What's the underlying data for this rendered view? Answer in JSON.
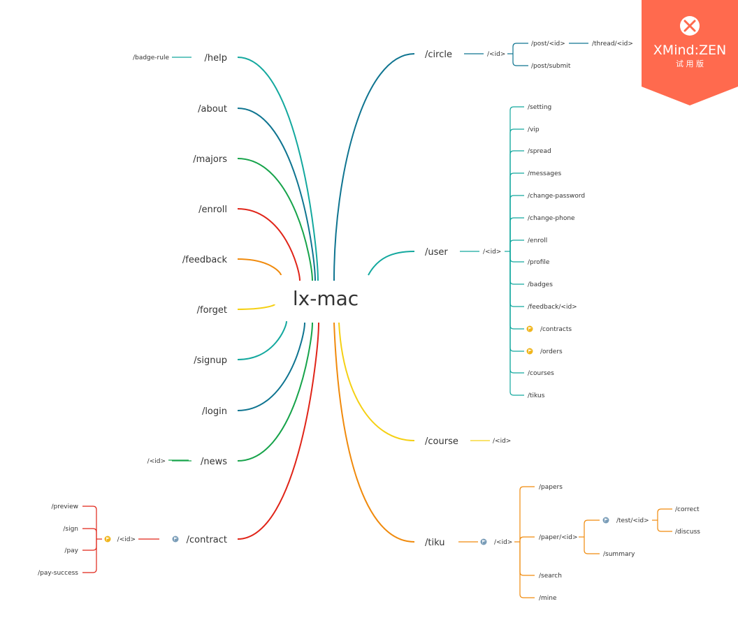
{
  "root": {
    "label": "lx-mac"
  },
  "colors": {
    "teal": "#13a89e",
    "blue": "#0e7490",
    "green": "#16a34a",
    "red": "#e02418",
    "orange": "#f08a0c",
    "yellow": "#f5d014",
    "watermark": "#ff6a4e",
    "flag_yellow": "#f0b51c",
    "flag_blue": "#7a9db8"
  },
  "icons": {
    "flag": "flag-icon",
    "watermark_logo": "xmind-logo-icon"
  },
  "left_branches": [
    {
      "label": "/help",
      "color": "teal",
      "children": [
        "/badge-rule"
      ]
    },
    {
      "label": "/about",
      "color": "blue",
      "children": []
    },
    {
      "label": "/majors",
      "color": "green",
      "children": []
    },
    {
      "label": "/enroll",
      "color": "red",
      "children": []
    },
    {
      "label": "/feedback",
      "color": "orange",
      "children": []
    },
    {
      "label": "/forget",
      "color": "yellow",
      "children": []
    },
    {
      "label": "/signup",
      "color": "teal",
      "children": []
    },
    {
      "label": "/login",
      "color": "blue",
      "children": []
    },
    {
      "label": "/news",
      "color": "green",
      "children": [
        "/<id>"
      ]
    },
    {
      "label": "/contract",
      "color": "red",
      "marker": "flag_blue",
      "children": [
        {
          "label": "/<id>",
          "marker": "flag_yellow",
          "children": [
            "/preview",
            "/sign",
            "/pay",
            "/pay-success"
          ]
        }
      ]
    }
  ],
  "right_branches": [
    {
      "label": "/circle",
      "color": "blue",
      "children": [
        {
          "label": "/<id>",
          "children": [
            {
              "label": "/post/<id>",
              "children": [
                "/thread/<id>"
              ]
            },
            "/post/submit"
          ]
        }
      ]
    },
    {
      "label": "/user",
      "color": "teal",
      "children": [
        {
          "label": "/<id>",
          "children": [
            "/setting",
            "/vip",
            "/spread",
            "/messages",
            "/change-password",
            "/change-phone",
            "/enroll",
            "/profile",
            "/badges",
            "/feedback/<id>",
            {
              "label": "/contracts",
              "marker": "flag_yellow"
            },
            {
              "label": "/orders",
              "marker": "flag_yellow"
            },
            "/courses",
            "/tikus"
          ]
        }
      ]
    },
    {
      "label": "/course",
      "color": "yellow",
      "children": [
        "/<id>"
      ]
    },
    {
      "label": "/tiku",
      "color": "orange",
      "children": [
        {
          "label": "/<id>",
          "marker": "flag_blue",
          "children": [
            "/papers",
            {
              "label": "/paper/<id>",
              "children": [
                {
                  "label": "/test/<id>",
                  "marker": "flag_blue",
                  "children": [
                    "/correct",
                    "/discuss"
                  ]
                },
                "/summary"
              ]
            },
            "/search",
            "/mine"
          ]
        }
      ]
    }
  ],
  "watermark": {
    "brand": "XMind:ZEN",
    "sub": "试 用 版"
  }
}
